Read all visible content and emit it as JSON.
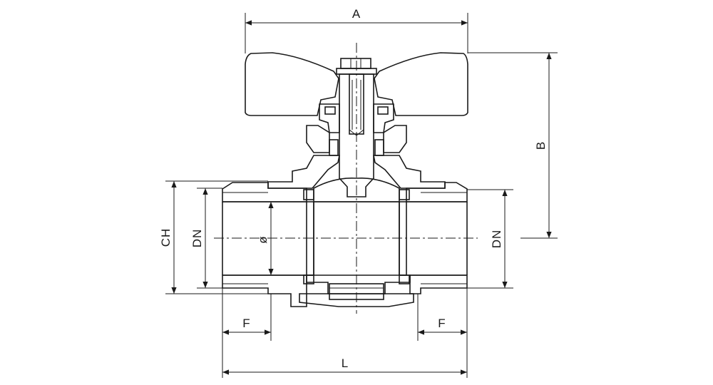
{
  "dimensions": {
    "A": "A",
    "B": "B",
    "CH": "CH",
    "DN_left": "DN",
    "DN_right": "DN",
    "diameter": "ø",
    "F_left": "F",
    "F_right": "F",
    "L": "L"
  }
}
